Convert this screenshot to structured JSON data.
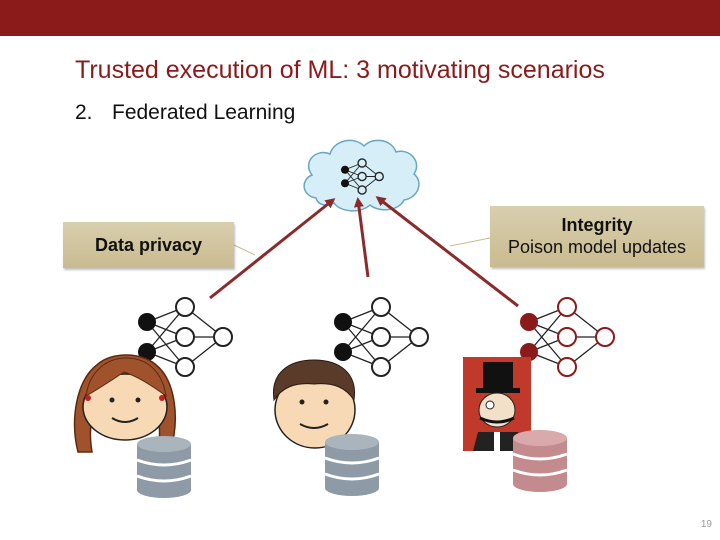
{
  "slide": {
    "title": "Trusted execution of ML: 3 motivating scenarios",
    "subtitle_number": "2.",
    "subtitle": "Federated Learning",
    "page_number": "19"
  },
  "callouts": {
    "left": "Data privacy",
    "right_title": "Integrity",
    "right_body": "Poison model updates"
  },
  "colors": {
    "brand": "#8b1a1a",
    "arrow": "#8b2a2a",
    "cloud": "#d6eef8",
    "database": "#8e9aa6",
    "database_malicious": "#c48b8e",
    "node_malicious": "#8b1a1a"
  },
  "icons": [
    "cloud-icon",
    "neural-network-icon",
    "girl-icon",
    "boy-icon",
    "villain-icon",
    "database-icon"
  ]
}
